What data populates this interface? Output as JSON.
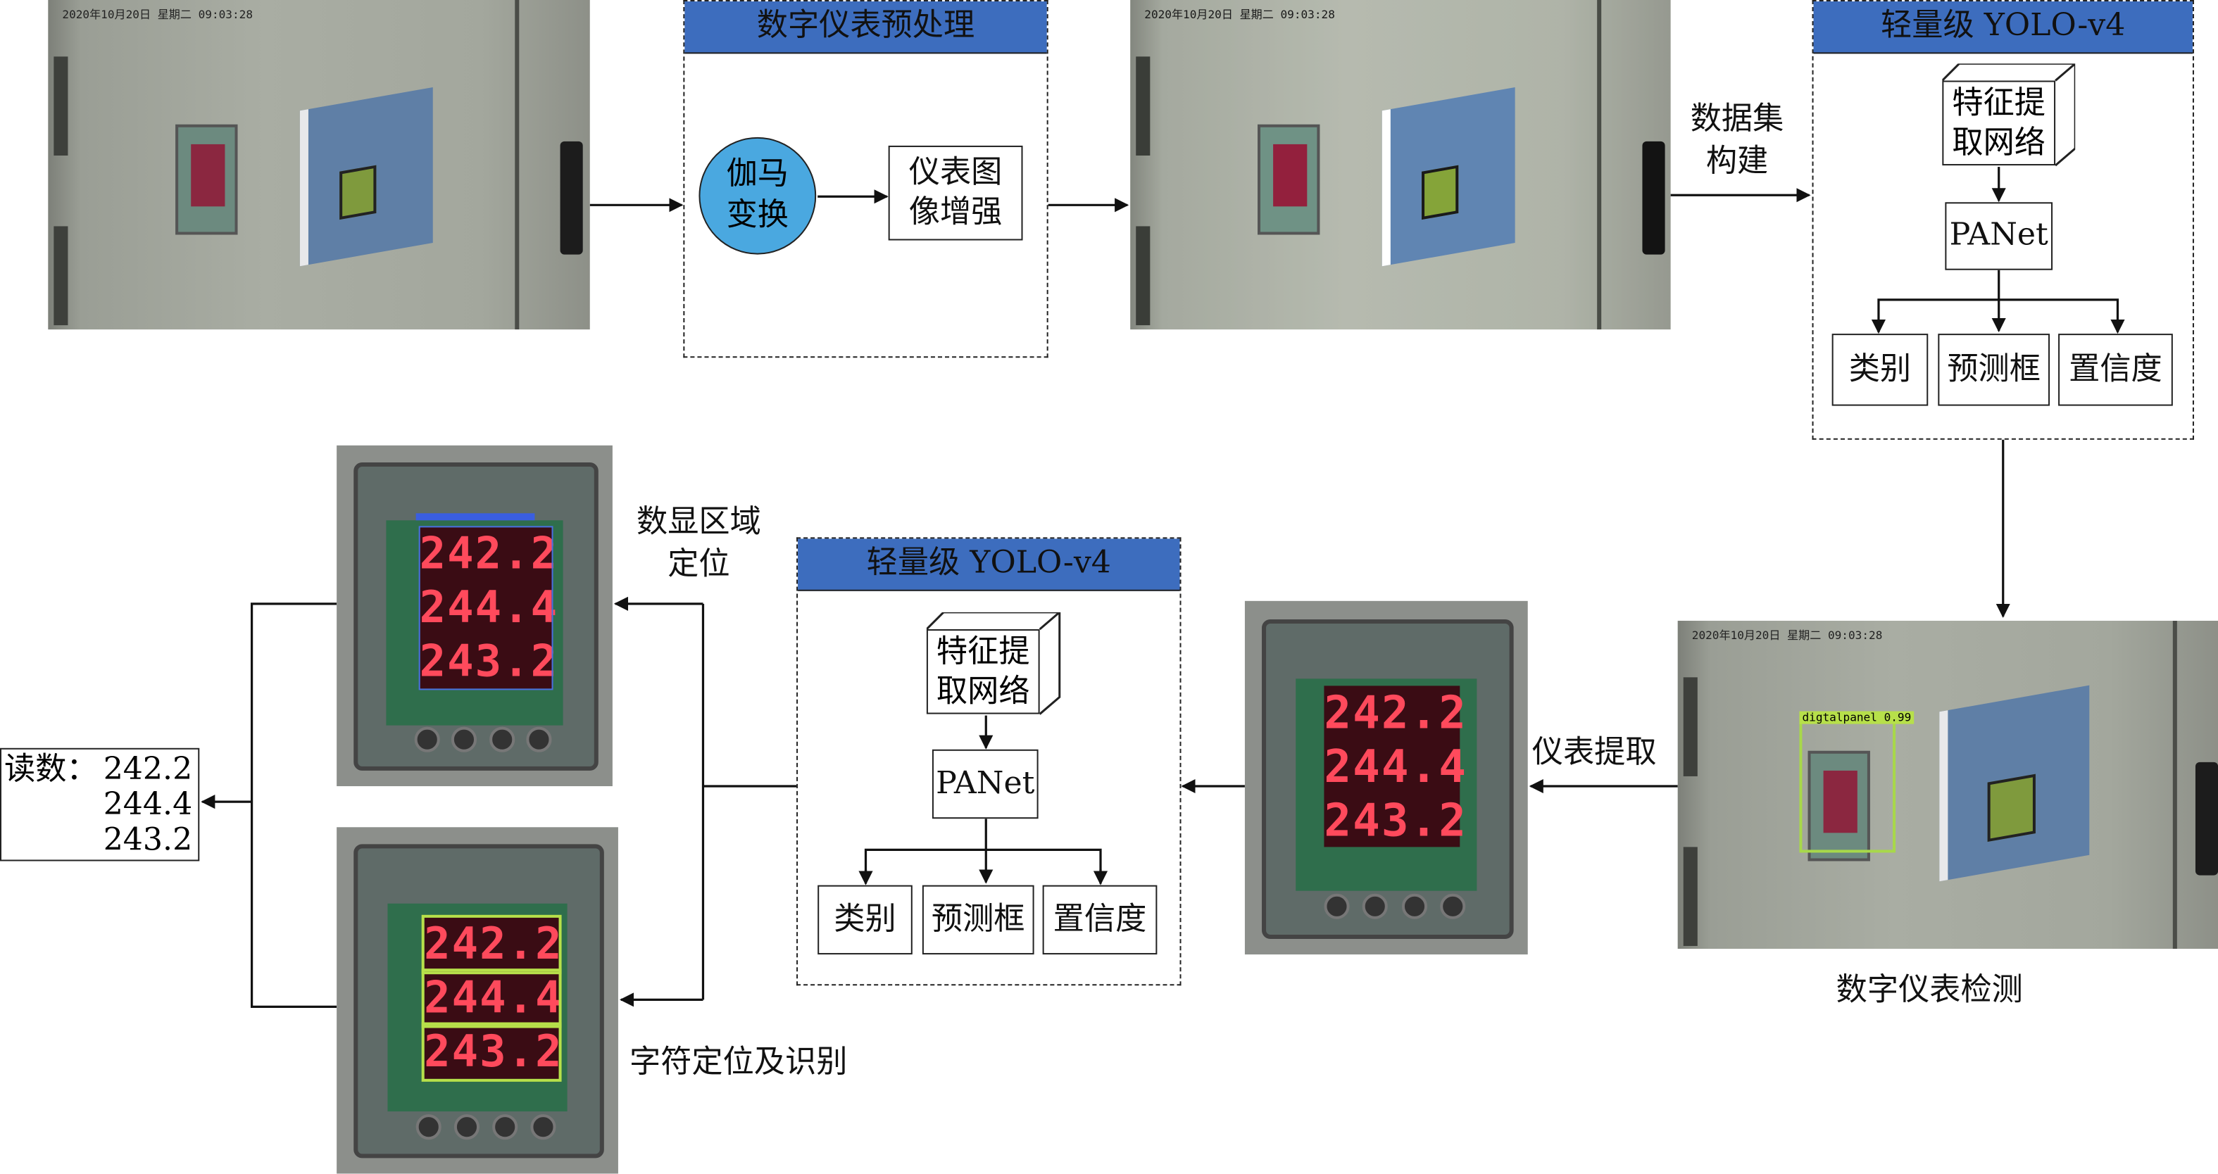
{
  "photos": {
    "timestamp": "2020年10月20日  星期二  09:03:28",
    "digits": [
      "242.2",
      "244.4",
      "243.2"
    ],
    "detection_label": "digtalpanel 0.99"
  },
  "preprocess": {
    "title": "数字仪表预处理",
    "gamma_line1": "伽马",
    "gamma_line2": "变换",
    "enhance_line1": "仪表图",
    "enhance_line2": "像增强"
  },
  "dataset_label_line1": "数据集",
  "dataset_label_line2": "构建",
  "yolo_top": {
    "title": "轻量级 YOLO-v4",
    "backbone_line1": "特征提",
    "backbone_line2": "取网络",
    "neck": "PANet",
    "outputs": [
      "类别",
      "预测框",
      "置信度"
    ]
  },
  "detection_caption": "数字仪表检测",
  "extract_label": "仪表提取",
  "yolo_bottom": {
    "title": "轻量级 YOLO-v4",
    "backbone_line1": "特征提",
    "backbone_line2": "取网络",
    "neck": "PANet",
    "outputs": [
      "类别",
      "预测框",
      "置信度"
    ]
  },
  "region_label_line1": "数显区域",
  "region_label_line2": "定位",
  "char_label": "字符定位及识别",
  "result": {
    "prefix": "读数：",
    "values": [
      "242.2",
      "244.4",
      "243.2"
    ]
  }
}
